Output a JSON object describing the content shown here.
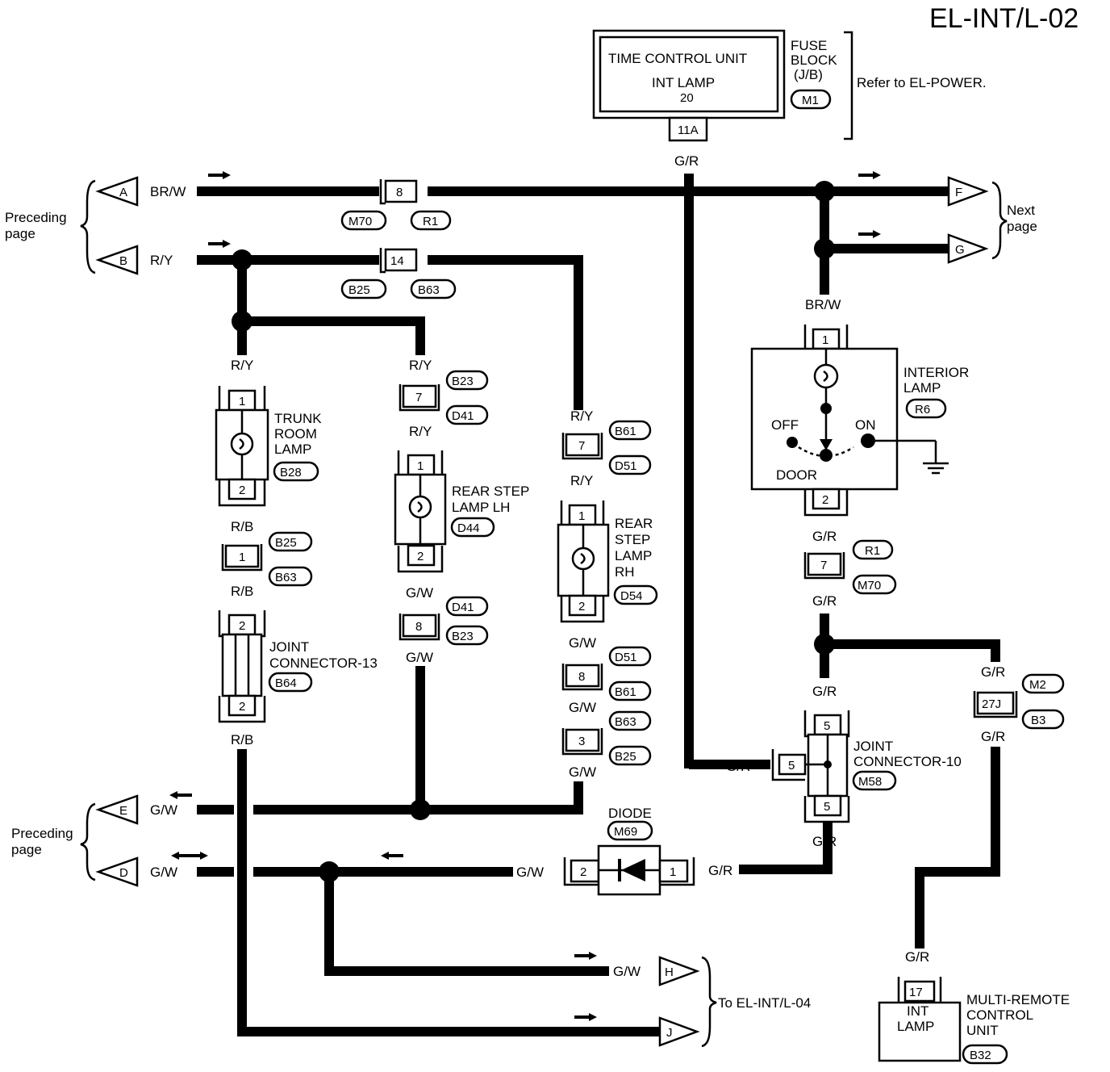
{
  "page_id": "EL-INT/L-02",
  "fuse": {
    "unit_line1": "TIME CONTROL UNIT",
    "unit_line2": "INT LAMP",
    "amp": "20",
    "terminal": "11A",
    "block_line1": "FUSE",
    "block_line2": "BLOCK",
    "block_line3": "(J/B)",
    "block_connector": "M1",
    "refer": "Refer to EL-POWER."
  },
  "nav": {
    "preceding_page_top_1": "Preceding",
    "preceding_page_top_2": "page",
    "preceding_page_bottom_1": "Preceding",
    "preceding_page_bottom_2": "page",
    "next_page_1": "Next",
    "next_page_2": "page",
    "to_int_l04": "To EL-INT/L-04"
  },
  "flags": {
    "A": "A",
    "B": "B",
    "E": "E",
    "D": "D",
    "F": "F",
    "G": "G",
    "H": "H",
    "J": "J"
  },
  "wires": {
    "brw": "BR/W",
    "ry": "R/Y",
    "rb": "R/B",
    "gw": "G/W",
    "gr": "G/R"
  },
  "pins": {
    "p1": "1",
    "p2": "2",
    "p3": "3",
    "p5": "5",
    "p7": "7",
    "p8": "8",
    "p14": "14",
    "p17": "17",
    "p27j": "27J"
  },
  "connectors": {
    "M70": "M70",
    "R1": "R1",
    "B25": "B25",
    "B63": "B63",
    "B23": "B23",
    "D41": "D41",
    "B61": "B61",
    "D51": "D51",
    "B28": "B28",
    "D44": "D44",
    "D54": "D54",
    "B64": "B64",
    "R6": "R6",
    "M2": "M2",
    "B3": "B3",
    "M58": "M58",
    "M69": "M69",
    "B32": "B32"
  },
  "components": {
    "trunk_1": "TRUNK",
    "trunk_2": "ROOM",
    "trunk_3": "LAMP",
    "rear_lh_1": "REAR STEP",
    "rear_lh_2": "LAMP LH",
    "rear_rh_1": "REAR",
    "rear_rh_2": "STEP",
    "rear_rh_3": "LAMP",
    "rear_rh_4": "RH",
    "jc13_1": "JOINT",
    "jc13_2": "CONNECTOR-13",
    "interior_1": "INTERIOR",
    "interior_2": "LAMP",
    "sw_off": "OFF",
    "sw_on": "ON",
    "sw_door": "DOOR",
    "jc10_1": "JOINT",
    "jc10_2": "CONNECTOR-10",
    "diode": "DIODE",
    "mrcu_int": "INT",
    "mrcu_lamp": "LAMP",
    "mrcu_1": "MULTI-REMOTE",
    "mrcu_2": "CONTROL",
    "mrcu_3": "UNIT"
  }
}
